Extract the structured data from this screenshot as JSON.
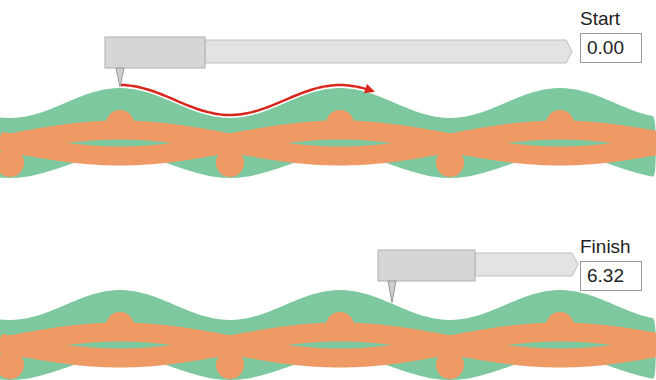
{
  "diagram": {
    "nodes": [
      {
        "text": [
          "Start",
          "0.00"
        ]
      },
      {
        "text": [
          "Finish",
          "6.32"
        ]
      }
    ]
  }
}
